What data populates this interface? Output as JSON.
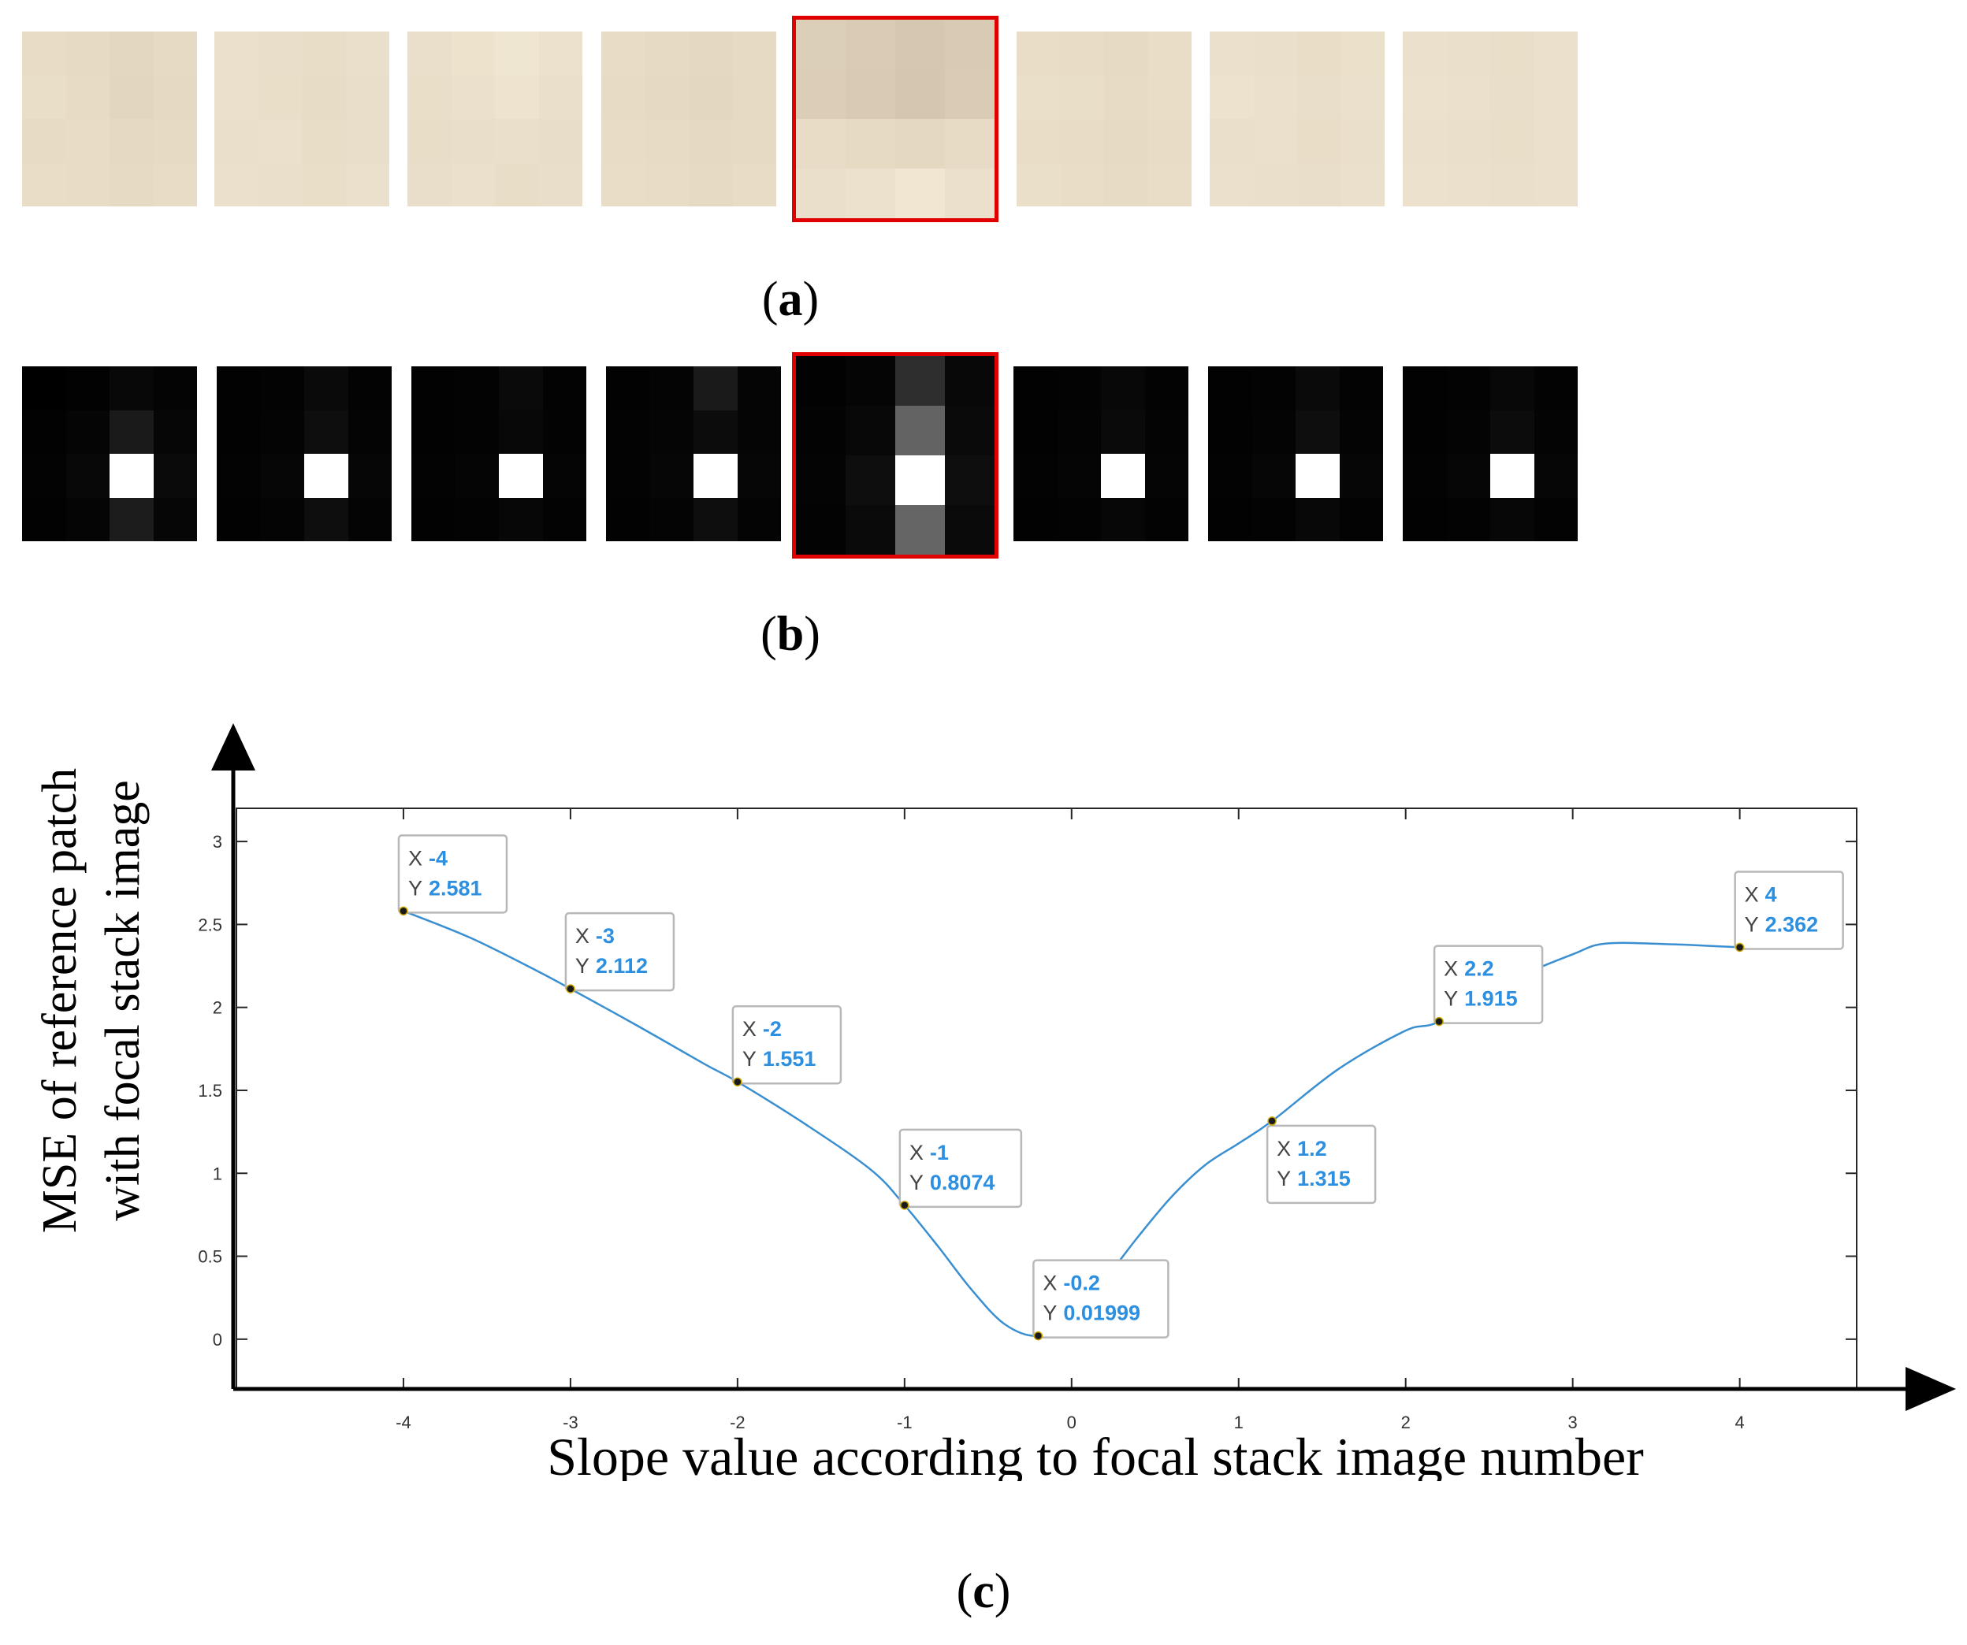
{
  "panel_labels": {
    "a": "a",
    "b": "b",
    "c": "c"
  },
  "strip_a": {
    "selected_index": 4,
    "patches": [
      [
        "#e8dcc6",
        "#e6dac3",
        "#e4d7bf",
        "#e6dac4",
        "#e9dec8",
        "#e7dbc5",
        "#e3d6bf",
        "#e6d9c3",
        "#e7dbc5",
        "#e8dcc6",
        "#e6d9c2",
        "#e7dac4",
        "#e9ddc7",
        "#e8dcc6",
        "#e6dac3",
        "#e8dcc6"
      ],
      [
        "#ebe0cb",
        "#e9dec9",
        "#e8ddc7",
        "#eadfca",
        "#ebe0cb",
        "#e9dec8",
        "#e7dcc6",
        "#e9dec9",
        "#eadfca",
        "#ebe0cb",
        "#e8ddc7",
        "#e9dec9",
        "#ebe0cb",
        "#eadfca",
        "#e9dec8",
        "#ebe0cb"
      ],
      [
        "#eadfca",
        "#ede3cd",
        "#efe6d1",
        "#ebe1cc",
        "#e9dec8",
        "#ebe0cb",
        "#ede3ce",
        "#eadfca",
        "#e8ddc7",
        "#e9dec9",
        "#eadfca",
        "#e8ddc8",
        "#e9dec9",
        "#eae0cb",
        "#e8ddc7",
        "#e9dec9"
      ],
      [
        "#e8dcc6",
        "#e6dac4",
        "#e4d8c1",
        "#e6dac4",
        "#e7dbc5",
        "#e5d9c2",
        "#e3d7c0",
        "#e6dac4",
        "#e8dcc6",
        "#e7dbc5",
        "#e5d9c3",
        "#e6dac4",
        "#e9ddc8",
        "#e8dcc6",
        "#e6dac4",
        "#e8dcc6"
      ],
      [
        "#dccfb8",
        "#d9cbb4",
        "#d6c8b0",
        "#d8cab3",
        "#dbcdb6",
        "#d8cab3",
        "#d5c7af",
        "#d9cbb4",
        "#e8dcc6",
        "#e6dac3",
        "#e4d8c1",
        "#e7dbc5",
        "#eadfca",
        "#ece1cc",
        "#f0e6d2",
        "#ebe0cb"
      ],
      [
        "#e9ddc7",
        "#e8dcc6",
        "#e6dac4",
        "#e9ddc7",
        "#eadfc9",
        "#e9dec8",
        "#e7dbc5",
        "#e9ddc7",
        "#e9ddc8",
        "#e8dcc6",
        "#e6dac4",
        "#e8dcc6",
        "#eadfc9",
        "#e9ddc8",
        "#e7dbc5",
        "#e9ddc8"
      ],
      [
        "#ebe0cb",
        "#eadfca",
        "#e9ddc8",
        "#ebe0ca",
        "#ece2cd",
        "#ebe0cb",
        "#e9dec9",
        "#ebe0cb",
        "#eadfca",
        "#ebe0cb",
        "#e9ddc8",
        "#eadfca",
        "#ebe0cb",
        "#eadfca",
        "#e9dec9",
        "#ebe0cb"
      ],
      [
        "#ebe0cb",
        "#eadfca",
        "#e9dec8",
        "#ebe0cb",
        "#ece1cc",
        "#ebe0cb",
        "#e9dec9",
        "#ebe0cb",
        "#ebe0cb",
        "#eadfca",
        "#e9dec8",
        "#ebe0cb",
        "#ece1cc",
        "#ebe0cb",
        "#eadfca",
        "#ebe0cb"
      ]
    ]
  },
  "strip_b": {
    "selected_index": 4,
    "patches": [
      [
        "#000000",
        "#020202",
        "#080808",
        "#040404",
        "#020202",
        "#050505",
        "#1a1a1a",
        "#060606",
        "#030303",
        "#080808",
        "#ffffff",
        "#0a0a0a",
        "#020202",
        "#050505",
        "#1c1c1c",
        "#060606"
      ],
      [
        "#020202",
        "#030303",
        "#0a0a0a",
        "#030303",
        "#020202",
        "#040404",
        "#0e0e0e",
        "#040404",
        "#030303",
        "#060606",
        "#ffffff",
        "#060606",
        "#020202",
        "#040404",
        "#0e0e0e",
        "#040404"
      ],
      [
        "#020202",
        "#030303",
        "#0a0a0a",
        "#030303",
        "#020202",
        "#030303",
        "#080808",
        "#030303",
        "#030303",
        "#050505",
        "#ffffff",
        "#050505",
        "#020202",
        "#030303",
        "#070707",
        "#030303"
      ],
      [
        "#020202",
        "#040404",
        "#1a1a1a",
        "#050505",
        "#030303",
        "#050505",
        "#0c0c0c",
        "#050505",
        "#030303",
        "#060606",
        "#ffffff",
        "#060606",
        "#020202",
        "#040404",
        "#0e0e0e",
        "#040404"
      ],
      [
        "#020202",
        "#050505",
        "#2e2e2e",
        "#080808",
        "#030303",
        "#080808",
        "#636363",
        "#0a0a0a",
        "#040404",
        "#0e0e0e",
        "#ffffff",
        "#0e0e0e",
        "#030303",
        "#0a0a0a",
        "#656565",
        "#0a0a0a"
      ],
      [
        "#020202",
        "#030303",
        "#080808",
        "#030303",
        "#020202",
        "#040404",
        "#0a0a0a",
        "#040404",
        "#030303",
        "#050505",
        "#ffffff",
        "#050505",
        "#020202",
        "#030303",
        "#070707",
        "#030303"
      ],
      [
        "#020202",
        "#030303",
        "#0a0a0a",
        "#030303",
        "#020202",
        "#040404",
        "#0e0e0e",
        "#040404",
        "#030303",
        "#060606",
        "#ffffff",
        "#060606",
        "#020202",
        "#030303",
        "#080808",
        "#030303"
      ],
      [
        "#020202",
        "#030303",
        "#080808",
        "#030303",
        "#020202",
        "#040404",
        "#0c0c0c",
        "#040404",
        "#030303",
        "#060606",
        "#ffffff",
        "#060606",
        "#020202",
        "#030303",
        "#070707",
        "#030303"
      ]
    ]
  },
  "chart_data": {
    "type": "line",
    "xlabel": "Slope value according to focal stack image number",
    "ylabel_lines": [
      "MSE of reference patch",
      "with focal stack image"
    ],
    "xlim": [
      -5,
      4.7
    ],
    "ylim": [
      -0.3,
      3.2
    ],
    "x_ticks": [
      -4,
      -3,
      -2,
      -1,
      0,
      1,
      2,
      3,
      4
    ],
    "x_tick_labels": [
      "-4",
      "-3",
      "-2",
      "-1",
      "0",
      "1",
      "2",
      "3",
      "4"
    ],
    "y_ticks": [
      0,
      0.5,
      1,
      1.5,
      2,
      2.5,
      3
    ],
    "y_tick_labels": [
      "0",
      "0.5",
      "1",
      "1.5",
      "2",
      "2.5",
      "3"
    ],
    "grid": false,
    "line_color": "#3a8fd0",
    "x": [
      -4,
      -3.6,
      -3.2,
      -3,
      -2.6,
      -2.2,
      -2,
      -1.6,
      -1.2,
      -1,
      -0.8,
      -0.6,
      -0.4,
      -0.2,
      0,
      0.2,
      0.4,
      0.6,
      0.8,
      1,
      1.2,
      1.6,
      2,
      2.2,
      2.6,
      3,
      3.2,
      3.6,
      4
    ],
    "y": [
      2.581,
      2.42,
      2.22,
      2.112,
      1.89,
      1.66,
      1.551,
      1.3,
      1.02,
      0.8074,
      0.56,
      0.3,
      0.09,
      0.01999,
      0.12,
      0.36,
      0.62,
      0.86,
      1.05,
      1.18,
      1.315,
      1.63,
      1.86,
      1.915,
      2.15,
      2.32,
      2.385,
      2.38,
      2.362
    ],
    "datatips": [
      {
        "x_label": "X",
        "x_value": "-4",
        "y_label": "Y",
        "y_value": "2.581",
        "px": -4,
        "py": 2.581,
        "place": "above-right"
      },
      {
        "x_label": "X",
        "x_value": "-3",
        "y_label": "Y",
        "y_value": "2.112",
        "px": -3,
        "py": 2.112,
        "place": "above-right"
      },
      {
        "x_label": "X",
        "x_value": "-2",
        "y_label": "Y",
        "y_value": "1.551",
        "px": -2,
        "py": 1.551,
        "place": "above-right"
      },
      {
        "x_label": "X",
        "x_value": "-1",
        "y_label": "Y",
        "y_value": "0.8074",
        "px": -1,
        "py": 0.8074,
        "place": "above-right"
      },
      {
        "x_label": "X",
        "x_value": "-0.2",
        "y_label": "Y",
        "y_value": "0.01999",
        "px": -0.2,
        "py": 0.01999,
        "place": "above-right"
      },
      {
        "x_label": "X",
        "x_value": "1.2",
        "y_label": "Y",
        "y_value": "1.315",
        "px": 1.2,
        "py": 1.315,
        "place": "below-right"
      },
      {
        "x_label": "X",
        "x_value": "2.2",
        "y_label": "Y",
        "y_value": "1.915",
        "px": 2.2,
        "py": 1.915,
        "place": "above-right"
      },
      {
        "x_label": "X",
        "x_value": "4",
        "y_label": "Y",
        "y_value": "2.362",
        "px": 4,
        "py": 2.362,
        "place": "above-right"
      }
    ]
  }
}
